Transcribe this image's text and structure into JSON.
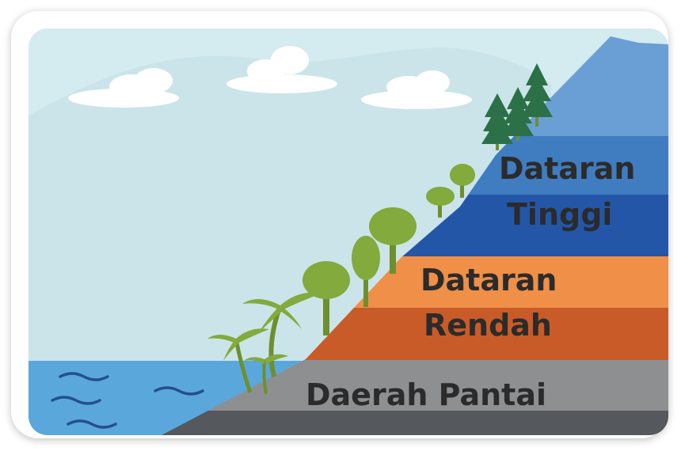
{
  "labels": {
    "highland": [
      "Dataran",
      "Tinggi"
    ],
    "lowland": [
      "Dataran",
      "Rendah"
    ],
    "coast": "Daerah Pantai"
  },
  "colors": {
    "sky": "#d4ebf0",
    "sea": "#5aa7dc",
    "highland_top": "#6a9fd5",
    "highland_mid": "#3f7cc0",
    "highland_base": "#2456a8",
    "lowland_top": "#ef8f48",
    "lowland_base": "#c85b27",
    "coast_top": "#8e8f91",
    "coast_base": "#55585c",
    "tree_green": "#82aa3c",
    "pine_green": "#2c7048"
  }
}
